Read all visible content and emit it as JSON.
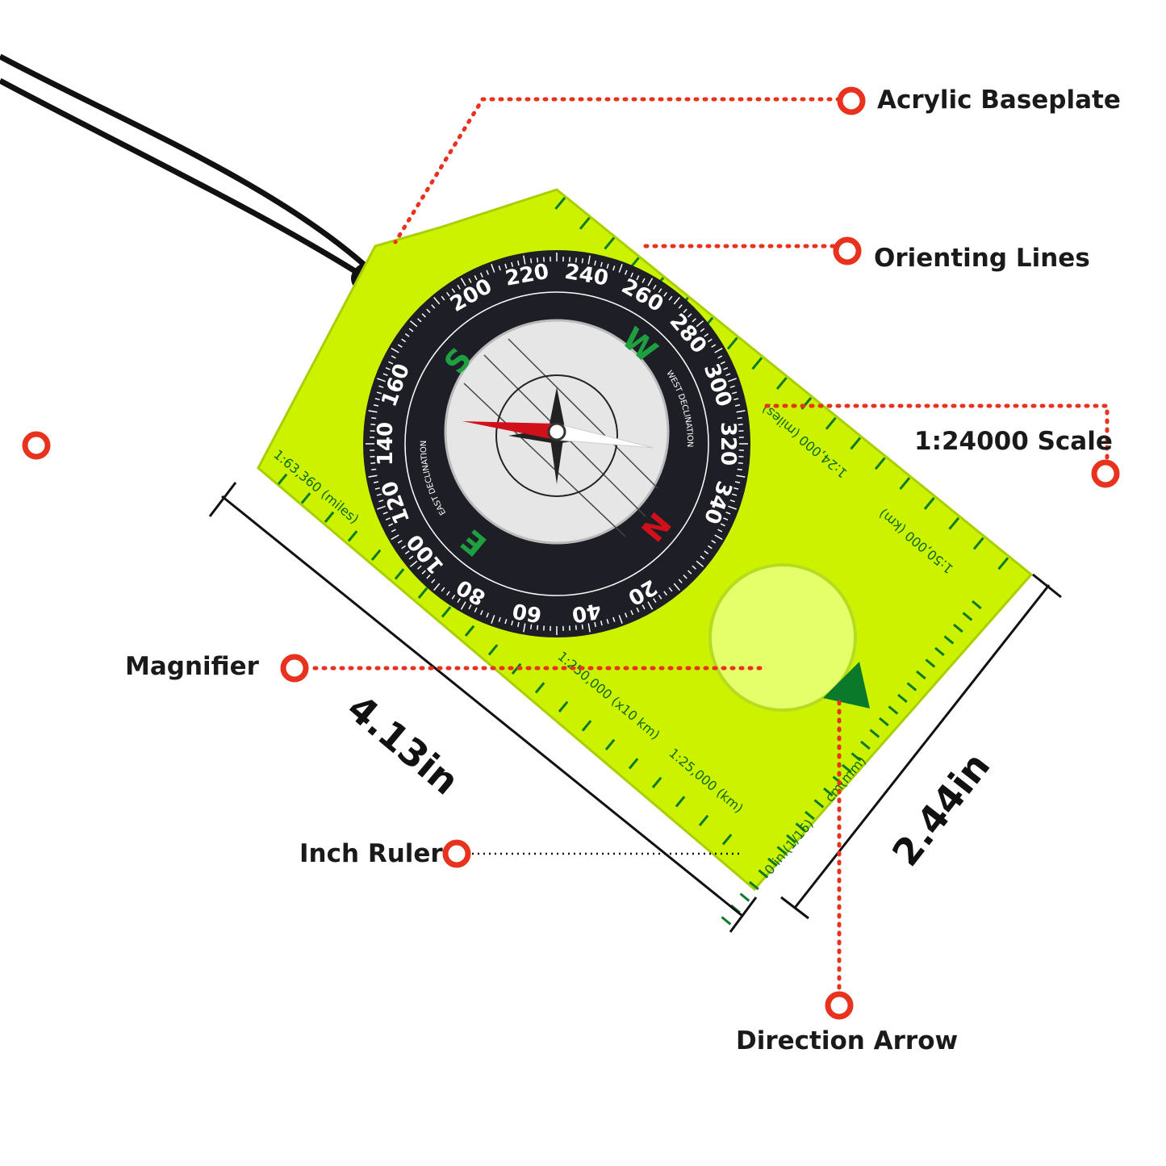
{
  "labels": {
    "baseplate": "Acrylic Baseplate",
    "orienting": "Orienting Lines",
    "scale": "1:24000 Scale",
    "magnifier": "Magnifier",
    "ruler": "Inch Ruler",
    "arrow": "Direction Arrow"
  },
  "dimensions": {
    "length": "4.13in",
    "width": "2.44in"
  },
  "dial": {
    "numbers": [
      "200",
      "220",
      "240",
      "260",
      "280",
      "300",
      "320",
      "340",
      "20",
      "40",
      "60",
      "80",
      "100",
      "120",
      "140",
      "160"
    ],
    "cardinals": {
      "S": "S",
      "W": "W",
      "N": "N",
      "E": "E"
    },
    "west_decl": "WEST DECLINATION",
    "east_decl": "EAST DECLINATION"
  },
  "plate_text": {
    "s63360": "1:63,360 (miles)",
    "s24000": "1:24,000 (miles)",
    "s50000": "1:50,000 (km)",
    "s250000": "1:250,000 (x10 km)",
    "s25000": "1:25,000 (km)",
    "cm": "cm(mm)",
    "inch": "0 in.(1/16)"
  },
  "colors": {
    "accent": "#e8321e",
    "plate": "#c8f000",
    "bezel": "#1e1e26",
    "green": "#0a7a2a"
  }
}
